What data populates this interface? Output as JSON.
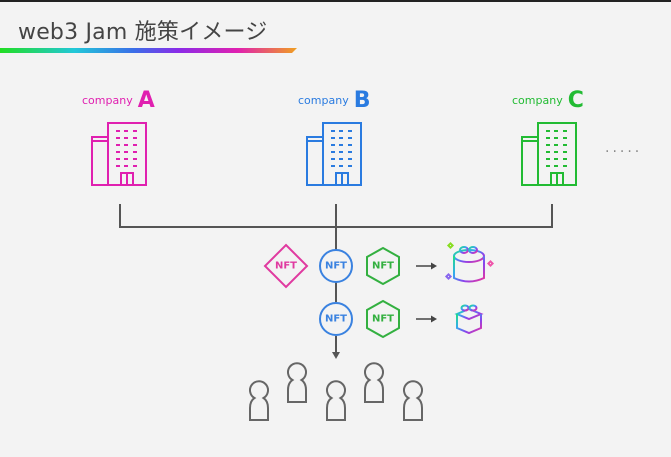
{
  "title": "web3 Jam 施策イメージ",
  "companies": [
    {
      "prefix": "company",
      "letter": "A",
      "color": "#e020b0"
    },
    {
      "prefix": "company",
      "letter": "B",
      "color": "#2a7be0"
    },
    {
      "prefix": "company",
      "letter": "C",
      "color": "#22bb33"
    }
  ],
  "more_indicator": ".....",
  "nft_badges": {
    "diamond": {
      "label": "NFT",
      "color": "#e03aa0"
    },
    "circle": {
      "label": "NFT",
      "color": "#3a82e0"
    },
    "hexagon": {
      "label": "NFT",
      "color": "#33b040"
    }
  },
  "rewards": [
    {
      "icon": "gift-box-large-icon"
    },
    {
      "icon": "gift-box-small-icon"
    }
  ],
  "users_count": 5,
  "colors": {
    "line": "#555555",
    "person": "#666666",
    "background": "#f3f3f3"
  }
}
